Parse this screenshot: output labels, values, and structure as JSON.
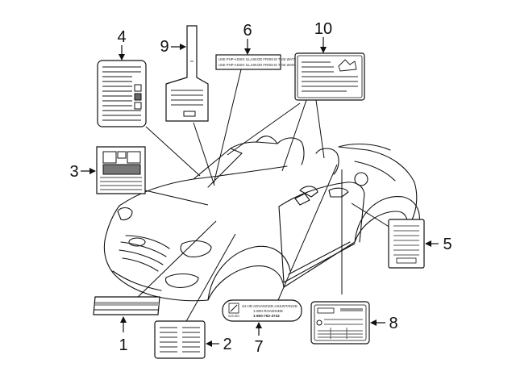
{
  "callouts": [
    "1",
    "2",
    "3",
    "4",
    "5",
    "6",
    "7",
    "8",
    "9",
    "10"
  ],
  "label_6_text": {
    "line1": "USE PHP-ASSIG ILLASKOD FROM IS THIS WATS",
    "line2": "USE PHP-ASSIG ILLASKOD FROM IS THIS WAINTIN"
  },
  "label_7_text": {
    "line1": "24 HR ADVANCED ASSISTANCE",
    "line2": "1-800 ROADSIDE",
    "line3": "1-800-762-3743",
    "brand": "SATURN"
  },
  "icons": [
    "car-outline",
    "label-sticker",
    "leader-line",
    "arrow"
  ],
  "colors": {
    "ink": "#111111",
    "paper": "#ffffff",
    "stripe": "#999999"
  }
}
